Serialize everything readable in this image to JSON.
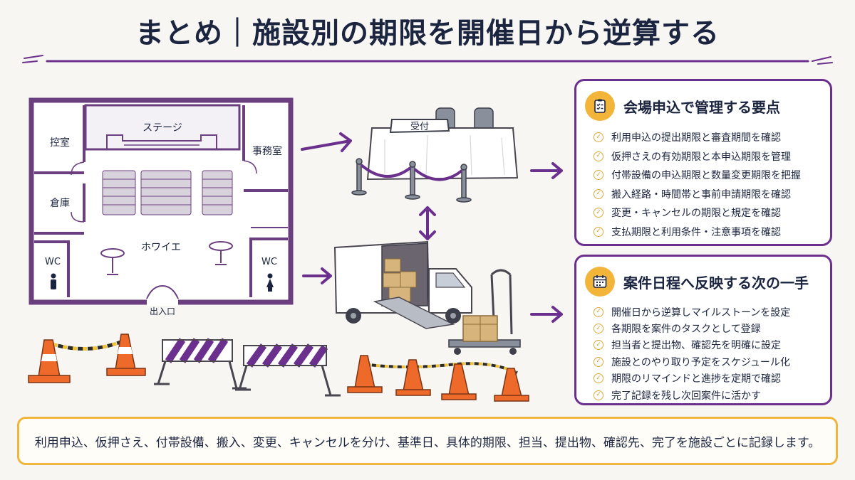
{
  "title": "まとめ｜施設別の期限を開催日から逆算する",
  "floor_plan": {
    "stage": "ステージ",
    "control_room": "控室",
    "office": "事務室",
    "storage": "倉庫",
    "foyer": "ホワイエ",
    "wc_left": "WC",
    "wc_right": "WC",
    "entrance": "出入口"
  },
  "reception_sign": "受付",
  "panel_requirements": {
    "icon": "clipboard-check-icon",
    "title": "会場申込で管理する要点",
    "items": [
      "利用申込の提出期限と審査期間を確認",
      "仮押さえの有効期限と本申込期限を管理",
      "付帯設備の申込期限と数量変更期限を把握",
      "搬入経路・時間帯と事前申請期限を確認",
      "変更・キャンセルの期限と規定を確認",
      "支払期限と利用条件・注意事項を確認"
    ]
  },
  "panel_next_steps": {
    "icon": "calendar-icon",
    "title": "案件日程へ反映する次の一手",
    "items": [
      "開催日から逆算しマイルストーンを設定",
      "各期限を案件のタスクとして登録",
      "担当者と提出物、確認先を明確に設定",
      "施設とのやり取り予定をスケジュール化",
      "期限のリマインドと進捗を定期で確認",
      "完了記録を残し次回案件に活かす"
    ]
  },
  "footer": "利用申込、仮押さえ、付帯設備、搬入、変更、キャンセルを分け、基準日、具体的期限、担当、提出物、確認先、完了を施設ごとに記録します。",
  "colors": {
    "accent_purple": "#6b2f8e",
    "accent_yellow": "#f2b53a",
    "text_navy": "#1c2540",
    "cone_orange": "#ee6a2b"
  }
}
